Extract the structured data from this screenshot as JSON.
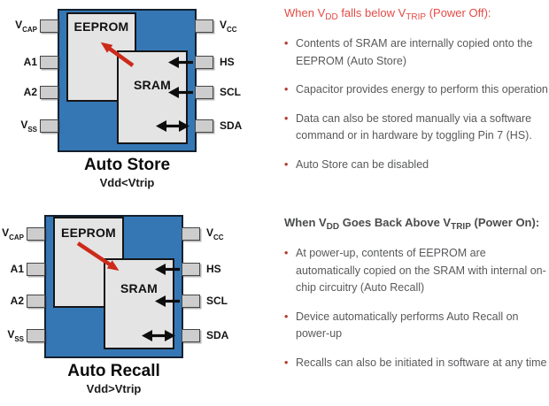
{
  "ui": {
    "bullet_char": "•"
  },
  "colors": {
    "chip_blue": "#3577b5",
    "pin_gray": "#cdcdcd",
    "memory_box_gray": "#e4e4e4",
    "red_arrow": "#cc2a1a",
    "heading_red": "#e34b45",
    "heading_dark": "#4a4b4d",
    "body_text": "#58595b",
    "bullet_dot": "#b03a2e"
  },
  "icons": {
    "store_arrow": "red-arrow-up-left",
    "recall_arrow": "red-arrow-down-right",
    "hs_arrow": "black-arrow-left",
    "scl_arrow": "black-arrow-left",
    "sda_arrow": "black-arrow-both-ways"
  },
  "diagrams": [
    {
      "title": "Auto Store",
      "subtitle": "Vdd<Vtrip",
      "eeprom_label": "EEPROM",
      "sram_label": "SRAM",
      "left_pins": [
        {
          "base": "V",
          "sub": "CAP"
        },
        {
          "base": "A1",
          "sub": ""
        },
        {
          "base": "A2",
          "sub": ""
        },
        {
          "base": "V",
          "sub": "SS"
        }
      ],
      "right_pins": [
        {
          "base": "V",
          "sub": "CC"
        },
        {
          "base": "HS",
          "sub": ""
        },
        {
          "base": "SCL",
          "sub": ""
        },
        {
          "base": "SDA",
          "sub": ""
        }
      ]
    },
    {
      "title": "Auto Recall",
      "subtitle": "Vdd>Vtrip",
      "eeprom_label": "EEPROM",
      "sram_label": "SRAM",
      "left_pins": [
        {
          "base": "V",
          "sub": "CAP"
        },
        {
          "base": "A1",
          "sub": ""
        },
        {
          "base": "A2",
          "sub": ""
        },
        {
          "base": "V",
          "sub": "SS"
        }
      ],
      "right_pins": [
        {
          "base": "V",
          "sub": "CC"
        },
        {
          "base": "HS",
          "sub": ""
        },
        {
          "base": "SCL",
          "sub": ""
        },
        {
          "base": "SDA",
          "sub": ""
        }
      ]
    }
  ],
  "sections": [
    {
      "heading": {
        "pre": "When V",
        "sub1": "DD",
        "mid": " falls below V",
        "sub2": "TRIP",
        "post": " (Power Off):"
      },
      "bullets": [
        "Contents of SRAM are internally copied onto the EEPROM (Auto Store)",
        "Capacitor provides energy to perform this operation",
        "Data can also be stored manually via a software command or in hardware by toggling Pin 7 (HS).",
        "Auto Store can be disabled"
      ]
    },
    {
      "heading": {
        "pre": "When V",
        "sub1": "DD",
        "mid": " Goes Back Above V",
        "sub2": "TRIP",
        "post": " (Power On):"
      },
      "bullets": [
        "At power-up, contents of EEPROM are automatically copied on the SRAM with internal on-chip circuitry (Auto Recall)",
        "Device automatically performs Auto Recall on power-up",
        "Recalls can also be initiated in software at any time"
      ]
    }
  ]
}
